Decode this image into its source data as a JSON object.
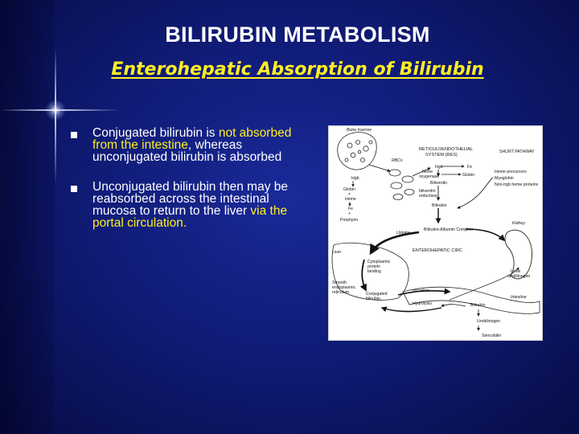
{
  "slide": {
    "title": "BILIRUBIN METABOLISM",
    "subtitle": "Enterohepatic Absorption of Bilirubin"
  },
  "bullets": [
    {
      "parts": [
        {
          "text": "Conjugated bilirubin is ",
          "highlight": false
        },
        {
          "text": "not absorbed from the intestine",
          "highlight": true
        },
        {
          "text": ", whereas unconjugated bilirubin is absorbed",
          "highlight": false
        }
      ]
    },
    {
      "parts": [
        {
          "text": "Unconjugated bilirubin then may be reabsorbed across the intestinal mucosa to return to the liver ",
          "highlight": false
        },
        {
          "text": "via the portal circulation.",
          "highlight": true
        }
      ]
    }
  ],
  "colors": {
    "title": "#ffffff",
    "subtitle": "#ffee22",
    "highlight": "#ffee22",
    "background": "#101c78"
  },
  "diagram": {
    "labels": {
      "bone_marrow": "Bone marrow",
      "rbcs": "RBCs",
      "res_line1": "RETICULOENDOTHELIAL",
      "res_line2": "SYSTEM (RES)",
      "shunt": "SHUNT PATHWAY",
      "hgb_left": "Hgb",
      "globin_left": "Globin",
      "heme_left": "Heme",
      "fe_left": "Fe",
      "porphyrin": "Porphyrin",
      "hgb_res": "Hgb",
      "fe_res": "Fe",
      "heme_oxygenase_1": "heme",
      "heme_oxygenase_2": "oxygenase",
      "globin_res": "Globin",
      "biliverdin": "Biliverdin",
      "biliverdin_red_1": "biliverdin",
      "biliverdin_red_2": "reductase",
      "bilirubin_res": "Bilirubin",
      "heme_prec": "Heme precursors",
      "myoglobin": "Myoglobin",
      "nonhgb": "Non-hgb heme proteins",
      "kidney": "Kidney",
      "complex": "Bilirubin-Albumin Complex",
      "liver": "Liver",
      "uptake": "Uptake",
      "enterohepatic": "ENTEROHEPATIC CIRC",
      "cyto_1": "Cytoplasmic",
      "cyto_2": "protein",
      "cyto_3": "binding",
      "ser_1": "Smooth",
      "ser_2": "endoplasmic",
      "ser_3": "reticulum",
      "conj_1": "Conjugated",
      "conj_2": "bilirubin",
      "excretion": "excretion",
      "hydrolysis": "Hydrolysis",
      "bilirubin_int": "Bilirubin",
      "intestine": "Intestine",
      "urine_1": "Urine",
      "urine_2": "urobilinogen",
      "urobilinogen": "Urobilinogen",
      "stercobilin": "Stercobilin"
    }
  }
}
